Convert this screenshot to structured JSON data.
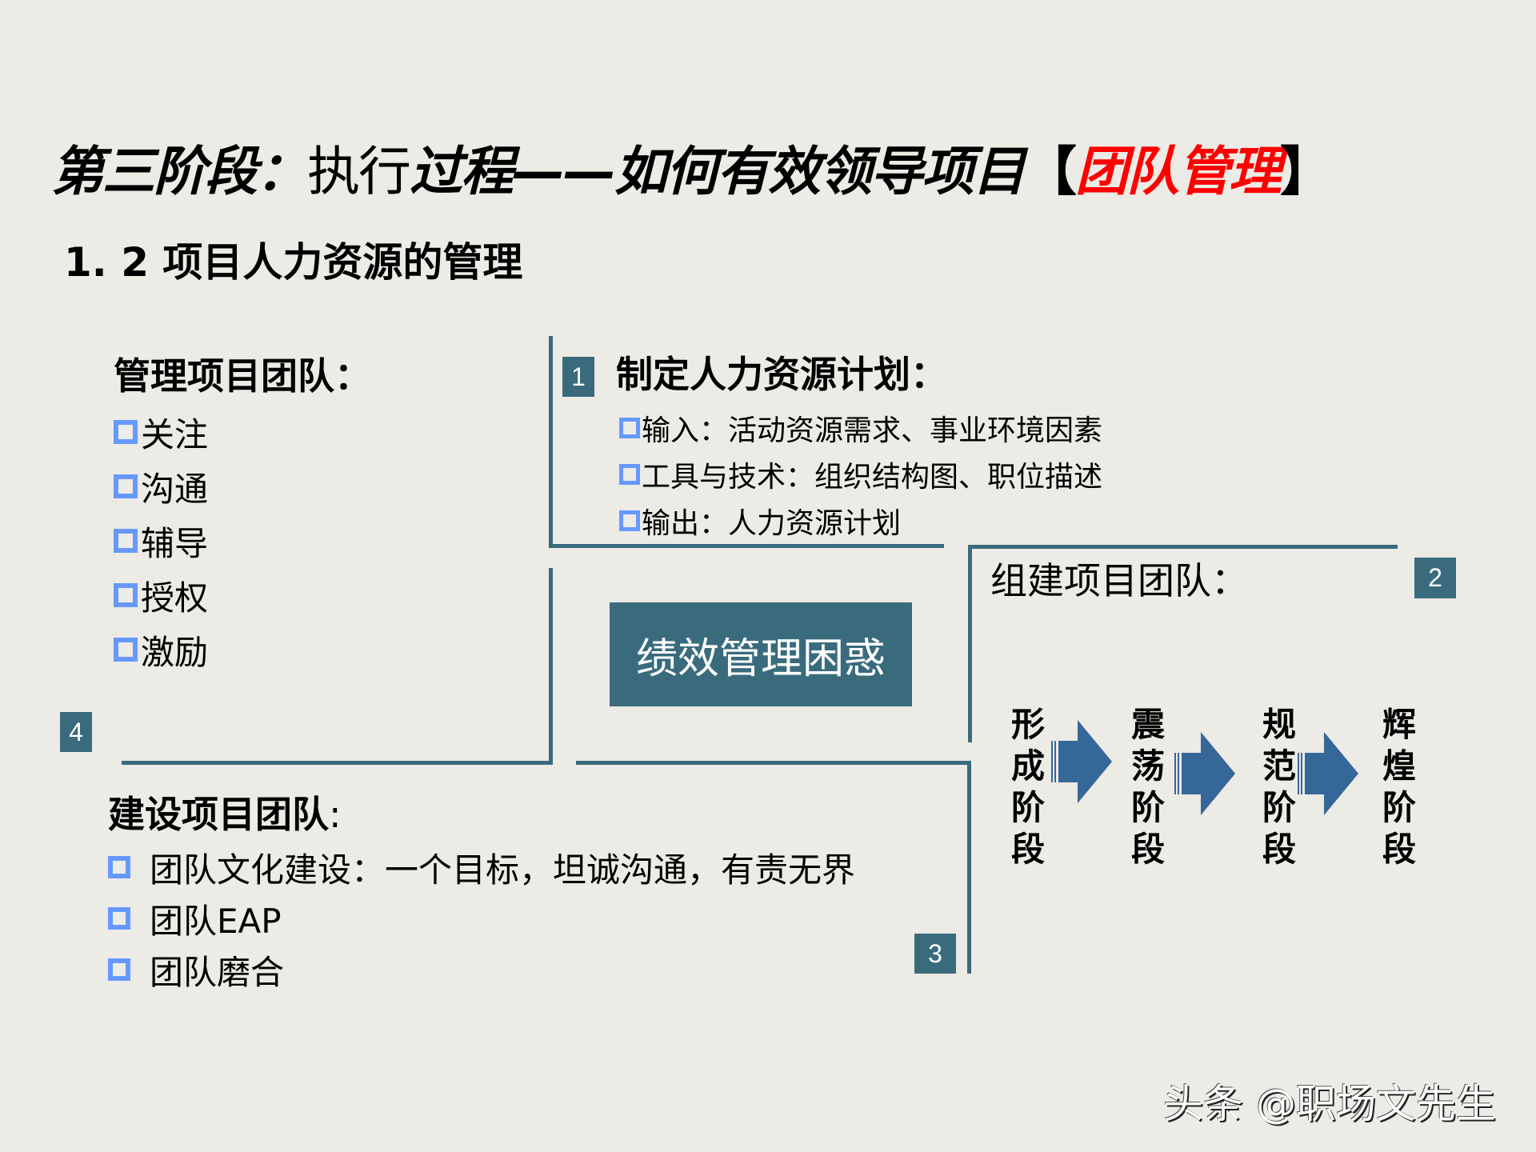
{
  "title": {
    "part1": "第三阶段：",
    "part2": "执行",
    "part3": "过程——如何有效领导项目",
    "bracket_open": "【",
    "highlight": "团队管理",
    "bracket_close": "】",
    "highlight_color": "#ff0000"
  },
  "subtitle": "1. 2 项目人力资源的管理",
  "accent_color": "#396b7d",
  "bullet_color": "#6699ff",
  "center_box": {
    "label": "绩效管理困惑"
  },
  "section_manage": {
    "badge": "4",
    "heading": "管理项目团队：",
    "items": [
      "关注",
      "沟通",
      "辅导",
      "授权",
      "激励"
    ]
  },
  "section_plan": {
    "badge": "1",
    "heading": "制定人力资源计划：",
    "items": [
      "输入：活动资源需求、事业环境因素",
      "工具与技术：组织结构图、职位描述",
      "输出：人力资源计划"
    ]
  },
  "section_form": {
    "badge": "2",
    "heading": "组建项目团队：",
    "stages": [
      {
        "chars": [
          "形",
          "成",
          "阶",
          "段"
        ]
      },
      {
        "chars": [
          "震",
          "荡",
          "阶",
          "段"
        ]
      },
      {
        "chars": [
          "规",
          "范",
          "阶",
          "段"
        ]
      },
      {
        "chars": [
          "辉",
          "煌",
          "阶",
          "段"
        ]
      }
    ],
    "arrow_icon": "striped-right-arrow",
    "arrow_color": "#366799"
  },
  "section_build": {
    "badge": "3",
    "heading": "建设项目团队",
    "heading_colon": ":",
    "items": [
      "团队文化建设：一个目标，坦诚沟通，有责无界",
      "团队EAP",
      "团队磨合"
    ]
  },
  "watermark": "头条 @职场文先生"
}
